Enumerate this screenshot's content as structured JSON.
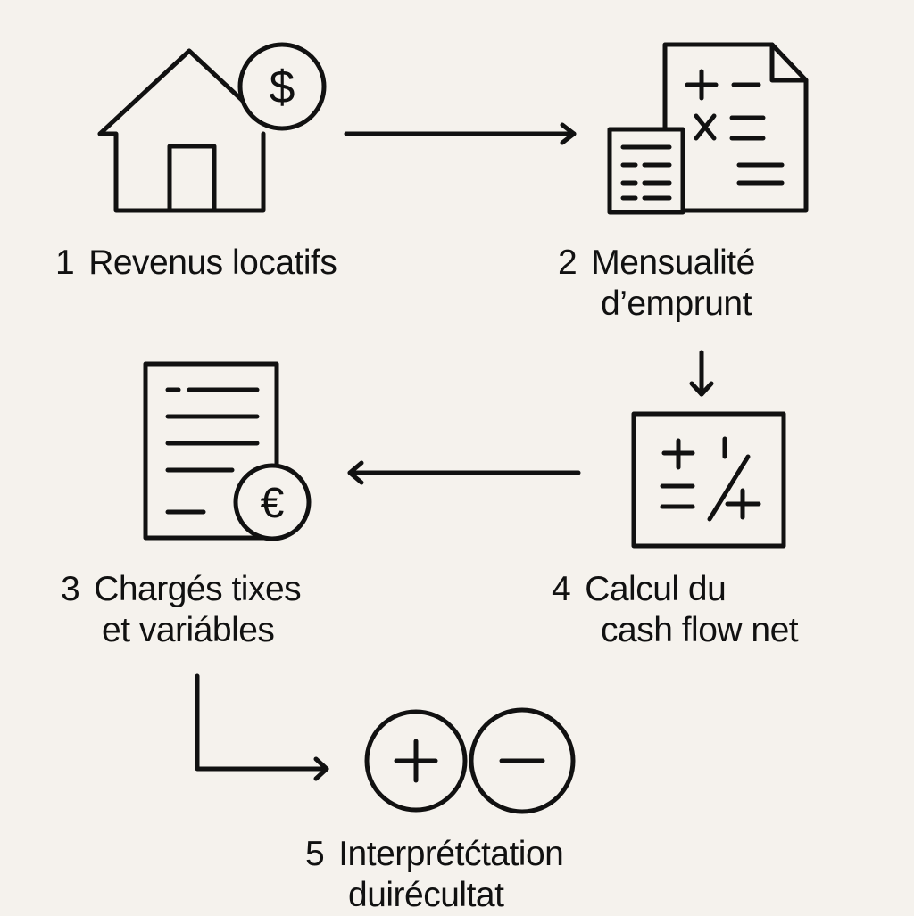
{
  "steps": [
    {
      "number": "1",
      "line1": "Revenus locatifs",
      "line2": ""
    },
    {
      "number": "2",
      "line1": "Mensualité",
      "line2": "d’emprunt"
    },
    {
      "number": "3",
      "line1": "Chargés tixes",
      "line2": "et variábles"
    },
    {
      "number": "4",
      "line1": "Calcul du",
      "line2": "cash flow net"
    },
    {
      "number": "5",
      "line1": "Interprétćtation",
      "line2": "duirécultat"
    }
  ],
  "symbols": {
    "dollar": "$",
    "euro": "€"
  },
  "colors": {
    "background": "#f5f2ed",
    "ink": "#111111"
  }
}
